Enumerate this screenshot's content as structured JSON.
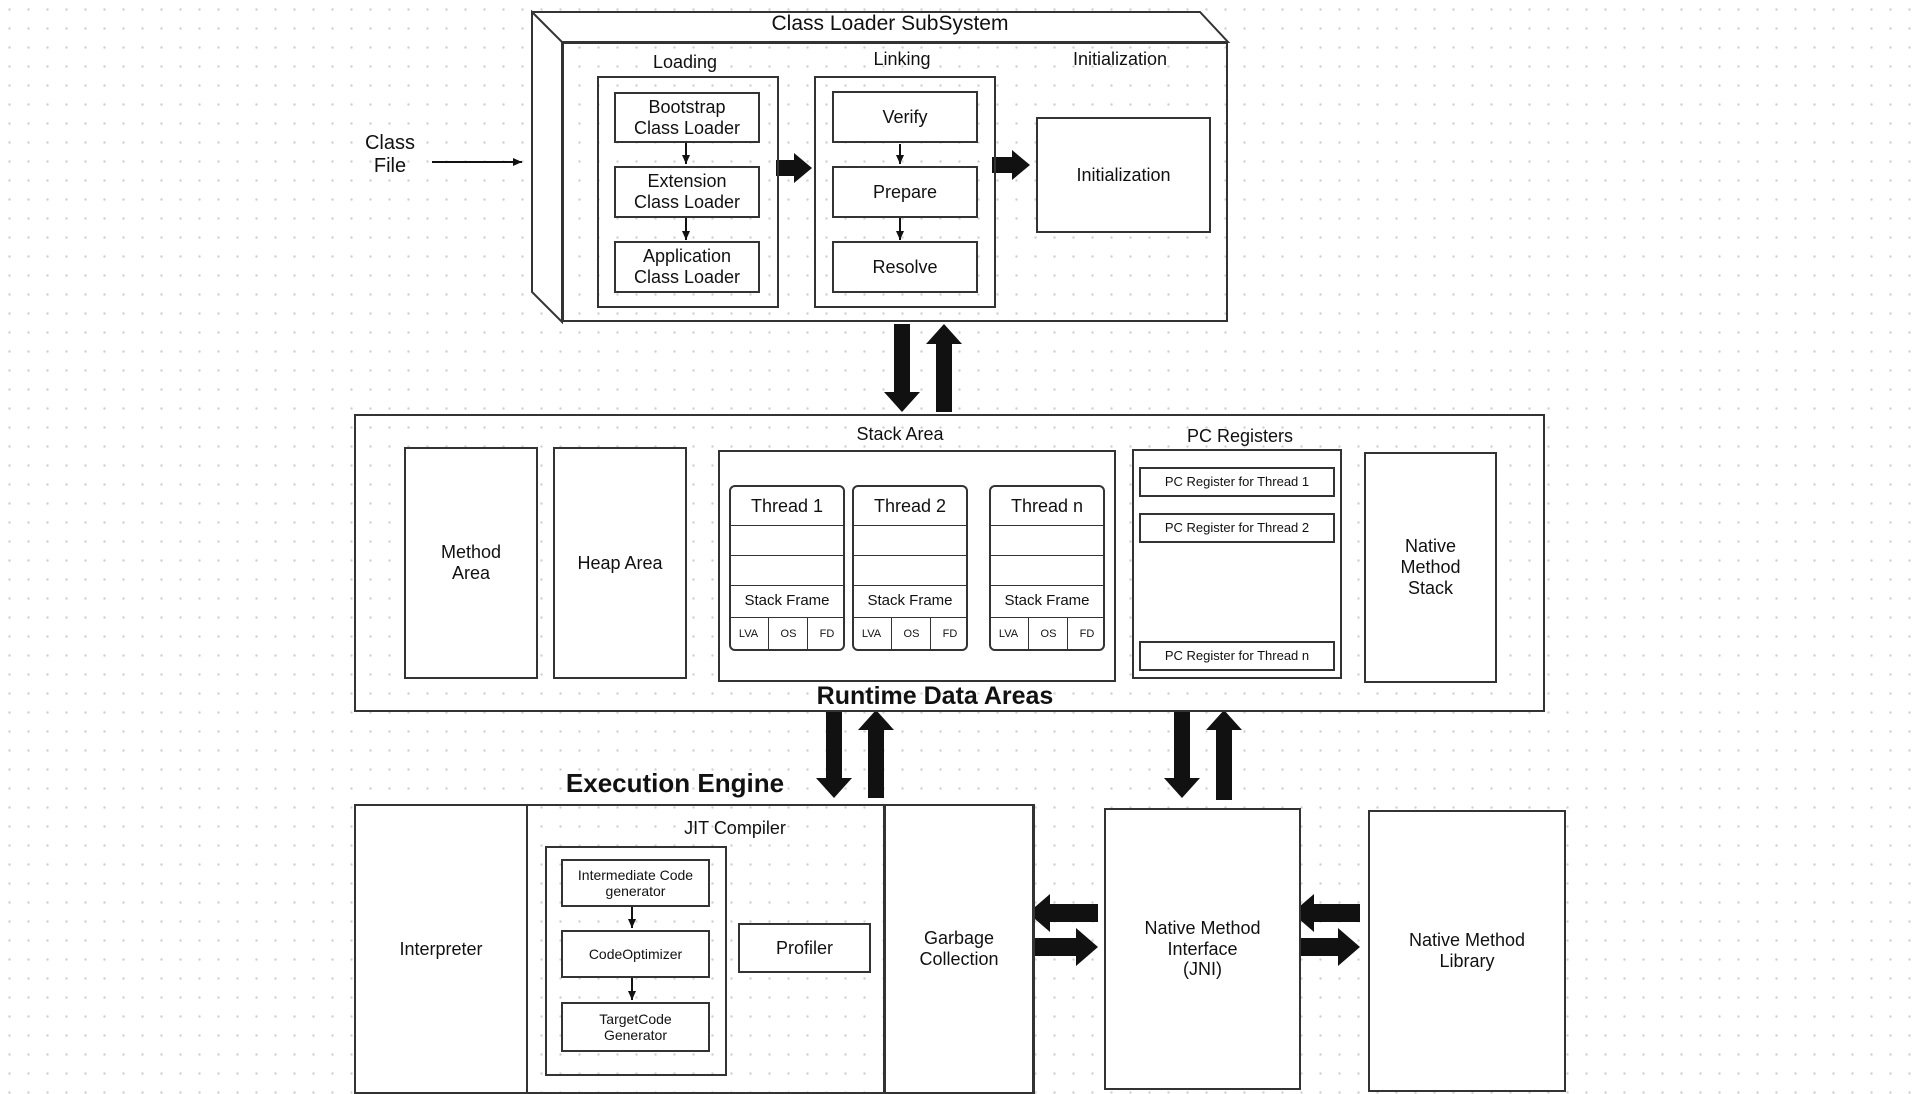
{
  "class_file_label": "Class\nFile",
  "class_loader": {
    "title": "Class Loader SubSystem",
    "loading": {
      "title": "Loading",
      "items": [
        "Bootstrap\nClass Loader",
        "Extension\nClass Loader",
        "Application\nClass Loader"
      ]
    },
    "linking": {
      "title": "Linking",
      "items": [
        "Verify",
        "Prepare",
        "Resolve"
      ]
    },
    "initialization": {
      "title": "Initialization",
      "box": "Initialization"
    }
  },
  "runtime": {
    "title": "Runtime Data Areas",
    "method_area": "Method\nArea",
    "heap_area": "Heap Area",
    "stack_area": {
      "title": "Stack Area",
      "threads": [
        {
          "name": "Thread 1",
          "frame": "Stack Frame",
          "cells": [
            "LVA",
            "OS",
            "FD"
          ]
        },
        {
          "name": "Thread 2",
          "frame": "Stack Frame",
          "cells": [
            "LVA",
            "OS",
            "FD"
          ]
        },
        {
          "name": "Thread n",
          "frame": "Stack Frame",
          "cells": [
            "LVA",
            "OS",
            "FD"
          ]
        }
      ]
    },
    "pc_registers": {
      "title": "PC Registers",
      "items": [
        "PC Register for Thread 1",
        "PC Register for Thread 2",
        "PC Register for Thread n"
      ]
    },
    "native_method_stack": "Native\nMethod\nStack"
  },
  "execution_engine": {
    "title": "Execution Engine",
    "interpreter": "Interpreter",
    "jit": {
      "title": "JIT Compiler",
      "items": [
        "Intermediate Code\ngenerator",
        "CodeOptimizer",
        "TargetCode\nGenerator"
      ],
      "profiler": "Profiler"
    },
    "garbage_collection": "Garbage\nCollection"
  },
  "jni": "Native Method\nInterface\n(JNI)",
  "native_library": "Native Method\nLibrary"
}
